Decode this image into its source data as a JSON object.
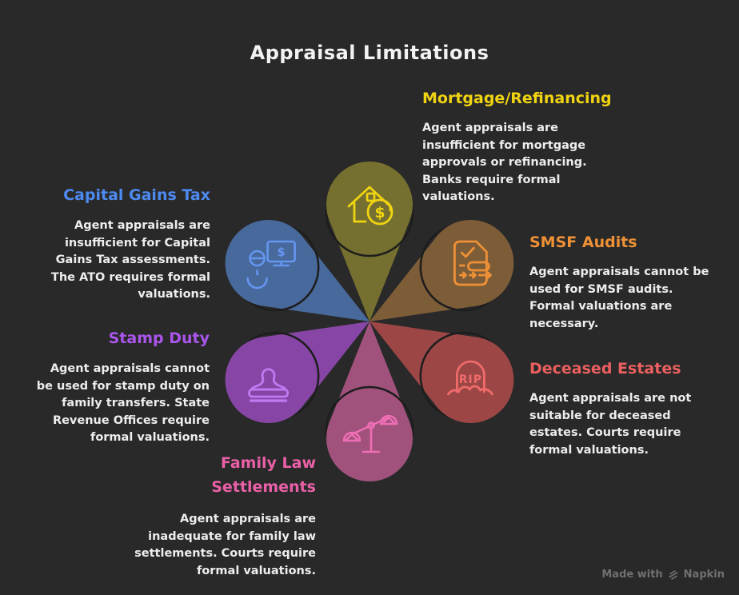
{
  "title": "Appraisal Limitations",
  "background_color": "#292929",
  "watermark": {
    "text": "Made with",
    "brand": "Napkin"
  },
  "sections": [
    {
      "id": "mortgage",
      "label": "Mortgage/Refinancing",
      "label_color": "#f0d411",
      "petal_color": "#75702f",
      "icon": "house-dollar-icon",
      "icon_color": "#f0d411",
      "icon_text": "$",
      "body": "Agent appraisals are\ninsufficient for mortgage\napprovals or refinancing.\nBanks require formal\nvaluations."
    },
    {
      "id": "smsf",
      "label": "SMSF Audits",
      "label_color": "#ee9136",
      "petal_color": "#7d5c38",
      "icon": "document-check-icon",
      "icon_color": "#ee9136",
      "icon_text": "",
      "body": "Agent appraisals cannot be\nused for SMSF audits.\nFormal valuations are\nnecessary."
    },
    {
      "id": "deceased",
      "label": "Deceased Estates",
      "label_color": "#ec5f5f",
      "petal_color": "#9c4646",
      "icon": "tombstone-rip-icon",
      "icon_color": "#f06b6b",
      "icon_text": "RIP",
      "body": "Agent appraisals are not\nsuitable for deceased\nestates. Courts require\nformal valuations."
    },
    {
      "id": "family",
      "label": "Family Law\nSettlements",
      "label_color": "#ea60a7",
      "petal_color": "#a0527d",
      "icon": "scales-icon",
      "icon_color": "#ee6eb4",
      "icon_text": "",
      "body": "Agent appraisals are\ninadequate for family law\nsettlements. Courts require\nformal valuations."
    },
    {
      "id": "stamp",
      "label": "Stamp Duty",
      "label_color": "#aa55ec",
      "petal_color": "#8746a6",
      "icon": "stamp-icon",
      "icon_color": "#c07af2",
      "icon_text": "",
      "body": "Agent appraisals cannot\nbe used for stamp duty on\nfamily transfers. State\nRevenue Offices require\nformal valuations."
    },
    {
      "id": "cgt",
      "label": "Capital Gains Tax",
      "label_color": "#4d8af0",
      "petal_color": "#48699c",
      "icon": "person-monitor-icon",
      "icon_color": "#6496f0",
      "icon_text": "$",
      "body": "Agent appraisals are\ninsufficient for Capital\nGains Tax assessments.\nThe ATO requires formal\nvaluations."
    }
  ]
}
